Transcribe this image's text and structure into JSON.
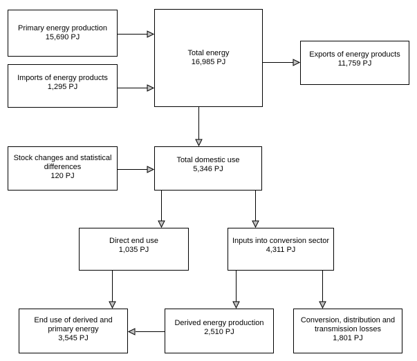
{
  "boxes": [
    {
      "id": "primary-energy-production",
      "label": "Primary energy production",
      "value": "15,690 PJ"
    },
    {
      "id": "imports-of-energy-products",
      "label": "Imports of energy products",
      "value": "1,295 PJ"
    },
    {
      "id": "total-energy",
      "label": "Total energy",
      "value": "16,985 PJ"
    },
    {
      "id": "exports-of-energy-products",
      "label": "Exports of energy products",
      "value": "11,759 PJ"
    },
    {
      "id": "stock-changes",
      "label": "Stock changes and statistical\ndifferences",
      "value": "120 PJ"
    },
    {
      "id": "total-domestic-use",
      "label": "Total domestic use",
      "value": "5,346 PJ"
    },
    {
      "id": "direct-end-use",
      "label": "Direct end use",
      "value": "1,035 PJ"
    },
    {
      "id": "inputs-into-conversion-sector",
      "label": "Inputs into conversion sector",
      "value": "4,311 PJ"
    },
    {
      "id": "end-use-of-derived-and-primary-energy",
      "label": "End use of derived and\nprimary energy",
      "value": "3,545 PJ"
    },
    {
      "id": "derived-energy-production",
      "label": "Derived energy production",
      "value": "2,510 PJ"
    },
    {
      "id": "conversion-distribution-transmission-losses",
      "label": "Conversion, distribution and\ntransmission losses",
      "value": "1,801 PJ"
    }
  ],
  "connections": [
    {
      "from": "primary-energy-production",
      "to": "total-energy"
    },
    {
      "from": "imports-of-energy-products",
      "to": "total-energy"
    },
    {
      "from": "total-energy",
      "to": "exports-of-energy-products"
    },
    {
      "from": "total-energy",
      "to": "total-domestic-use"
    },
    {
      "from": "stock-changes",
      "to": "total-domestic-use"
    },
    {
      "from": "total-domestic-use",
      "to": "direct-end-use"
    },
    {
      "from": "total-domestic-use",
      "to": "inputs-into-conversion-sector"
    },
    {
      "from": "direct-end-use",
      "to": "end-use-of-derived-and-primary-energy"
    },
    {
      "from": "inputs-into-conversion-sector",
      "to": "derived-energy-production"
    },
    {
      "from": "inputs-into-conversion-sector",
      "to": "conversion-distribution-transmission-losses"
    },
    {
      "from": "derived-energy-production",
      "to": "end-use-of-derived-and-primary-energy"
    }
  ],
  "colors": {
    "background": "#ffffff",
    "box_border": "#000000",
    "text": "#000000",
    "arrow_line": "#000000",
    "arrowhead_fill": "#c0c0c0"
  }
}
